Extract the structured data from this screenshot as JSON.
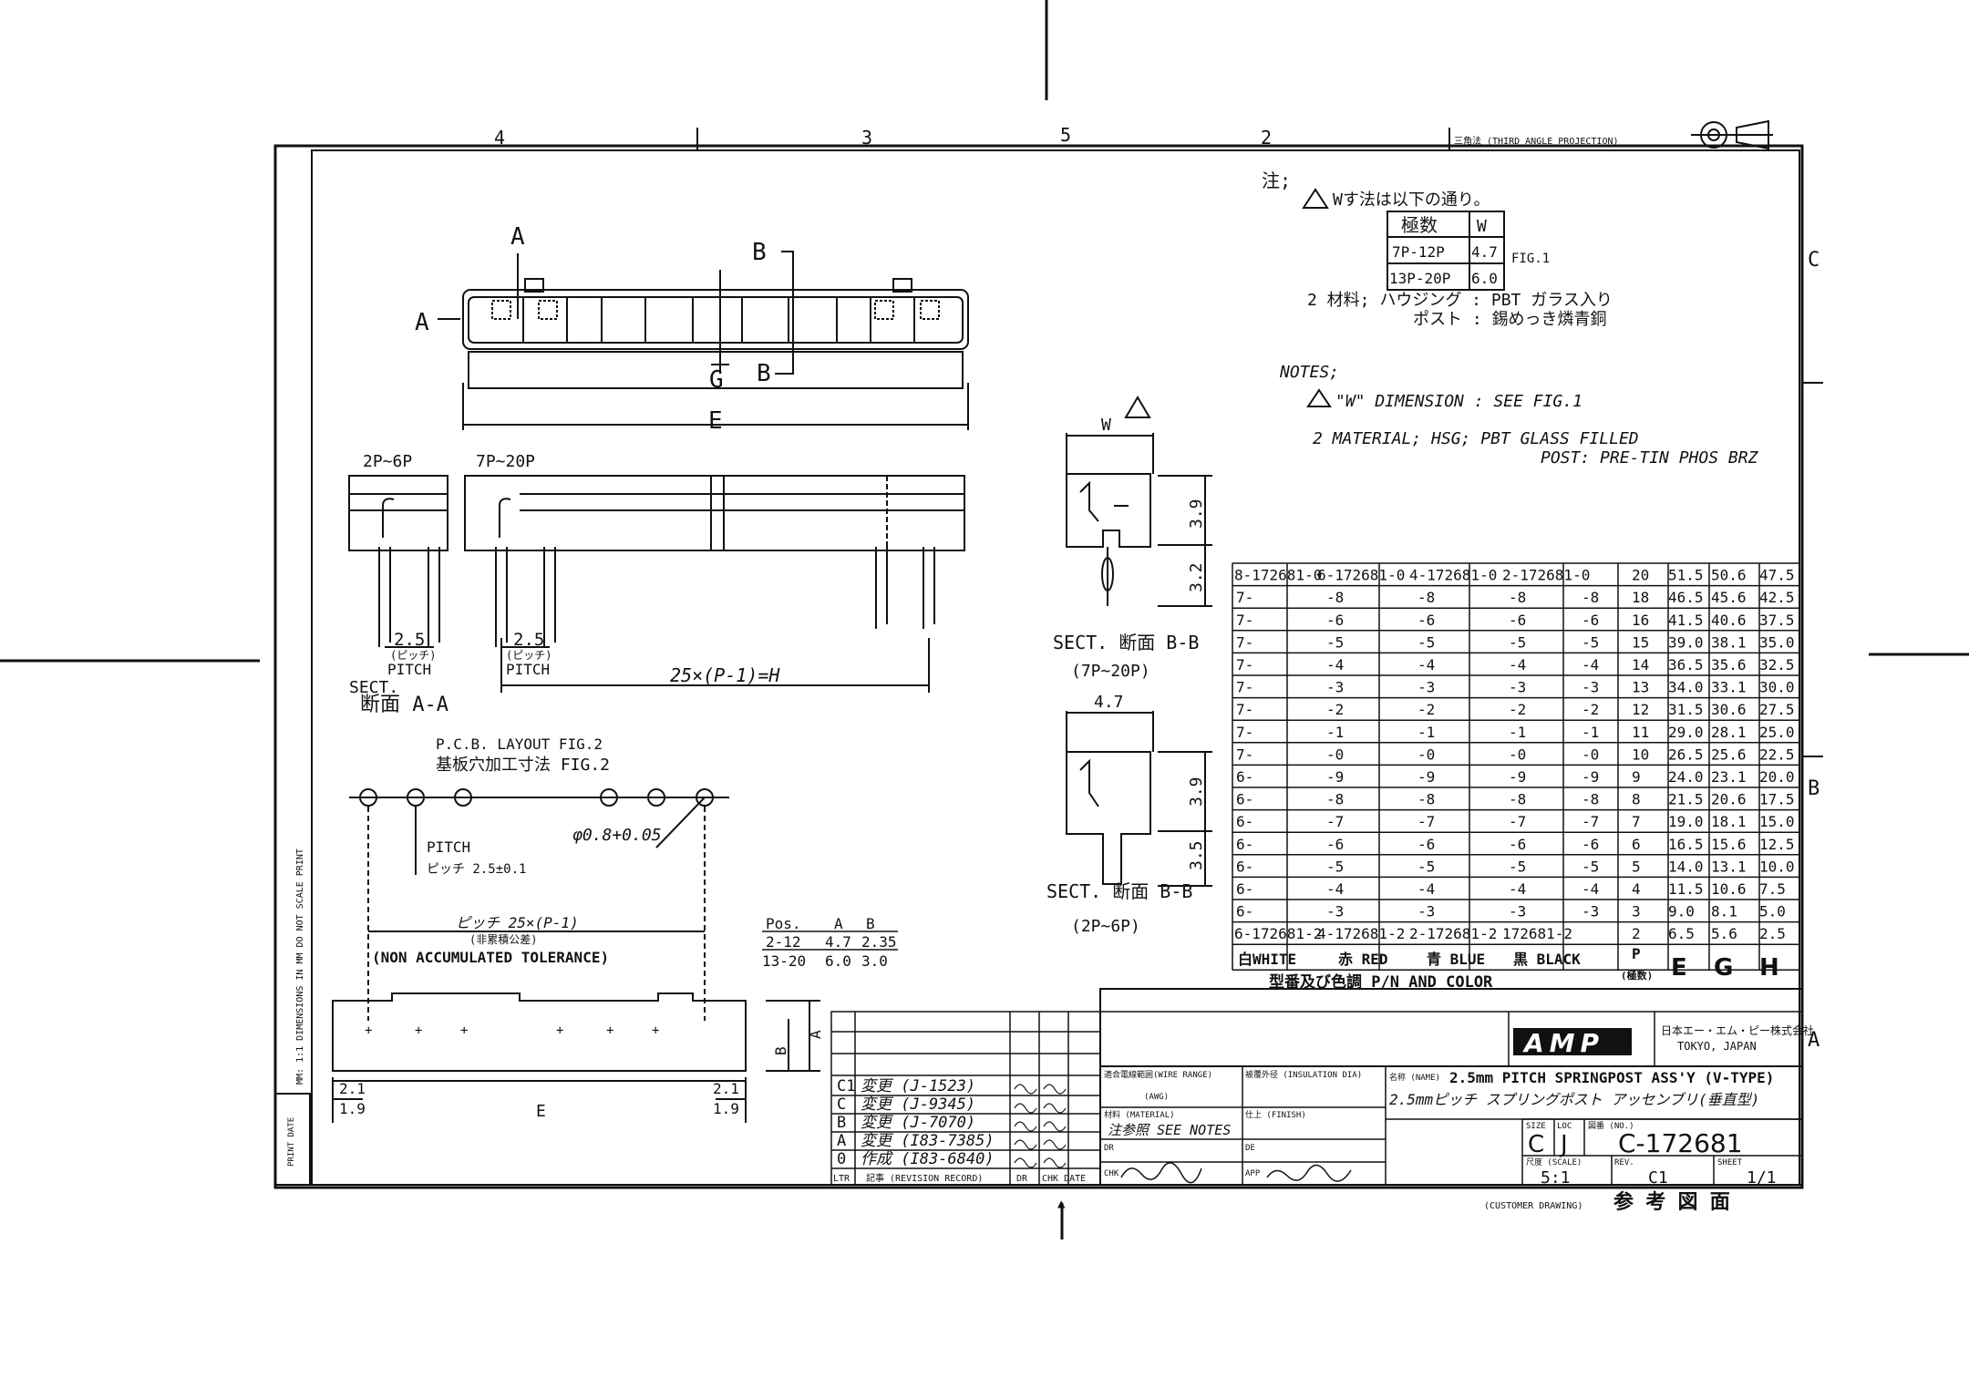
{
  "border": {
    "zones_top": [
      "4",
      "3",
      "5",
      "2"
    ],
    "zones_right": [
      "C",
      "B",
      "A"
    ],
    "projection_label": "三角法 (THIRD ANGLE PROJECTION)",
    "left_strip_text": "MM: 1:1   DIMENSIONS IN MM DO NOT SCALE PRINT",
    "print_date_label": "PRINT DATE"
  },
  "top_view": {
    "section_a": "A",
    "section_b": "B",
    "dim_e": "E",
    "dim_g": "G"
  },
  "side_views": {
    "label_2p6p": "2P~6P",
    "label_7p20p": "7P~20P",
    "pitch_value": "2.5",
    "pitch_jp": "(ピッチ)",
    "pitch_label": "PITCH",
    "sect_label": "SECT.",
    "sect_aa_jp": "断面 A-A",
    "h_formula": "25×(P-1)=H"
  },
  "section_views": {
    "w_label": "W",
    "h1": "3.9",
    "h2": "3.2",
    "sect_bb_upper": "SECT. 断面 B-B",
    "sect_bb_upper_sub": "(7P~20P)",
    "width_47": "4.7",
    "h3": "3.9",
    "h4": "3.5",
    "sect_bb_lower": "SECT. 断面 B-B",
    "sect_bb_lower_sub": "(2P~6P)"
  },
  "pcb_layout": {
    "title_en": "P.C.B. LAYOUT FIG.2",
    "title_jp": "基板穴加工寸法 FIG.2",
    "hole_dia": "φ0.8+0.05",
    "pitch_label": "PITCH",
    "pitch_value": "ピッチ 2.5±0.1",
    "span_formula": "ピッチ 25×(P-1)",
    "span_jp": "(非累積公差)",
    "tolerance": "(NON ACCUMULATED TOLERANCE)",
    "dim_21_l": "2.1",
    "dim_19_l": "1.9",
    "dim_21_r": "2.1",
    "dim_19_r": "1.9",
    "dim_e": "E",
    "dim_a": "A",
    "dim_b": "B"
  },
  "pos_table": {
    "headers": [
      "Pos.",
      "A",
      "B"
    ],
    "rows": [
      [
        "2-12",
        "4.7",
        "2.35"
      ],
      [
        "13-20",
        "6.0",
        "3.0"
      ]
    ]
  },
  "notes": {
    "jp_title": "注;",
    "jp_note1": "Wす法は以下の通り。",
    "w_table_headers": [
      "極数",
      "W"
    ],
    "w_table_rows": [
      [
        "7P-12P",
        "4.7"
      ],
      [
        "13P-20P",
        "6.0"
      ]
    ],
    "fig1": "FIG.1",
    "jp_note2": "2 材料; ハウジング : PBT ガラス入り",
    "jp_note2b": "ポスト : 錫めっき燐青銅",
    "en_title": "NOTES;",
    "en_note1": "\"W\" DIMENSION : SEE FIG.1",
    "en_note2": "2  MATERIAL;  HSG; PBT GLASS FILLED",
    "en_note2b": "POST: PRE-TIN PHOS BRZ"
  },
  "pn_table": {
    "rows": [
      [
        "8-172681-0",
        "6-172681-0",
        "4-172681-0",
        "2-172681-0",
        "20",
        "51.5",
        "50.6",
        "47.5"
      ],
      [
        "7-",
        "-8",
        "-8",
        "-8",
        "-8",
        "18",
        "46.5",
        "45.6",
        "42.5"
      ],
      [
        "7-",
        "-6",
        "-6",
        "-6",
        "-6",
        "16",
        "41.5",
        "40.6",
        "37.5"
      ],
      [
        "7-",
        "-5",
        "-5",
        "-5",
        "-5",
        "15",
        "39.0",
        "38.1",
        "35.0"
      ],
      [
        "7-",
        "-4",
        "-4",
        "-4",
        "-4",
        "14",
        "36.5",
        "35.6",
        "32.5"
      ],
      [
        "7-",
        "-3",
        "-3",
        "-3",
        "-3",
        "13",
        "34.0",
        "33.1",
        "30.0"
      ],
      [
        "7-",
        "-2",
        "-2",
        "-2",
        "-2",
        "12",
        "31.5",
        "30.6",
        "27.5"
      ],
      [
        "7-",
        "-1",
        "-1",
        "-1",
        "-1",
        "11",
        "29.0",
        "28.1",
        "25.0"
      ],
      [
        "7-",
        "-0",
        "-0",
        "-0",
        "-0",
        "10",
        "26.5",
        "25.6",
        "22.5"
      ],
      [
        "6-",
        "-9",
        "-9",
        "-9",
        "-9",
        "9",
        "24.0",
        "23.1",
        "20.0"
      ],
      [
        "6-",
        "-8",
        "-8",
        "-8",
        "-8",
        "8",
        "21.5",
        "20.6",
        "17.5"
      ],
      [
        "6-",
        "-7",
        "-7",
        "-7",
        "-7",
        "7",
        "19.0",
        "18.1",
        "15.0"
      ],
      [
        "6-",
        "-6",
        "-6",
        "-6",
        "-6",
        "6",
        "16.5",
        "15.6",
        "12.5"
      ],
      [
        "6-",
        "-5",
        "-5",
        "-5",
        "-5",
        "5",
        "14.0",
        "13.1",
        "10.0"
      ],
      [
        "6-",
        "-4",
        "-4",
        "-4",
        "-4",
        "4",
        "11.5",
        "10.6",
        "7.5"
      ],
      [
        "6-",
        "-3",
        "-3",
        "-3",
        "-3",
        "3",
        "9.0",
        "8.1",
        "5.0"
      ],
      [
        "6-172681-2",
        "4-172681-2",
        "2-172681-2",
        "172681-2",
        "2",
        "6.5",
        "5.6",
        "2.5"
      ]
    ],
    "color_headers": [
      "白WHITE",
      "赤 RED",
      "青 BLUE",
      "黒 BLACK"
    ],
    "p_header": "P",
    "p_header_jp": "(極数)",
    "dim_headers": [
      "E",
      "G",
      "H"
    ],
    "pn_color_label": "型番及び色調 P/N AND COLOR"
  },
  "revisions": {
    "rows": [
      [
        "C1",
        "変更 (J-1523)",
        "",
        ""
      ],
      [
        "C",
        "変更 (J-9345)",
        "",
        ""
      ],
      [
        "B",
        "変更 (J-7070)",
        "",
        ""
      ],
      [
        "A",
        "変更 (I83-7385)",
        "",
        ""
      ],
      [
        "0",
        "作成 (I83-6840)",
        "",
        ""
      ]
    ],
    "footer": [
      "LTR",
      "記事 (REVISION RECORD)",
      "DR",
      "CHK DATE"
    ]
  },
  "title_block": {
    "company_logo": "AMP",
    "company_jp": "日本エー・エム・ピー株式会社",
    "company_city": "TOKYO, JAPAN",
    "wire_range_label": "適合電線範囲(WIRE RANGE)",
    "awg_label": "(AWG)",
    "insulation_label": "被覆外径 (INSULATION DIA)",
    "material_label": "材料 (MATERIAL)",
    "material_value": "注参照 SEE NOTES",
    "finish_label": "仕上 (FINISH)",
    "name_label": "名称 (NAME)",
    "name_en": "2.5mm PITCH SPRINGPOST ASS'Y (V-TYPE)",
    "name_jp": "2.5mmピッチ スプリングポスト アッセンブリ(垂直型)",
    "size_label": "SIZE",
    "size_value": "C",
    "loc_label": "LOC",
    "loc_value": "J",
    "dwg_label": "図番 (NO.)",
    "dwg_no": "C-172681",
    "scale_label": "尺度 (SCALE)",
    "scale_value": "5:1",
    "rev_label": "REV.",
    "rev_value": "C1",
    "sheet_label": "SHEET",
    "sheet_value": "1/1",
    "dr_label": "DR",
    "chk_label": "CHK",
    "de_label": "DE",
    "appr_label": "APP",
    "customer_label": "(CUSTOMER DRAWING)",
    "customer_jp": "参 考 図 面"
  }
}
